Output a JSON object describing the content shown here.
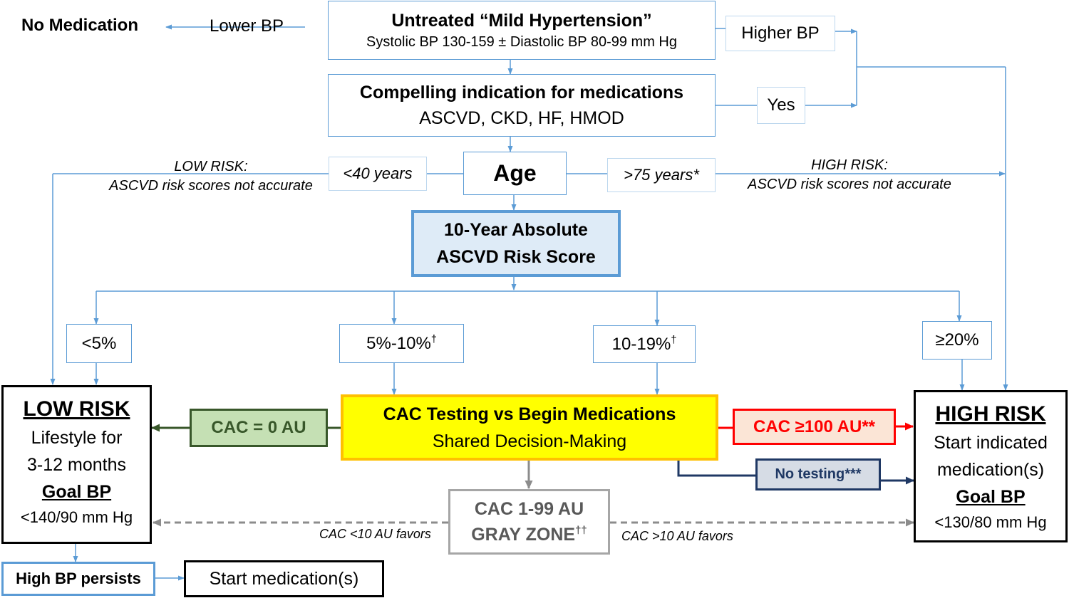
{
  "untreated": {
    "title": "Untreated “Mild Hypertension”",
    "subtitle": "Systolic BP 130-159 ± Diastolic BP 80-99 mm Hg"
  },
  "no_medication": "No Medication",
  "lower_bp": "Lower BP",
  "higher_bp": "Higher BP",
  "compelling": {
    "title": "Compelling indication for medications",
    "subtitle": "ASCVD, CKD, HF, HMOD"
  },
  "yes": "Yes",
  "age": "Age",
  "under40": "<40 years",
  "over75": ">75 years*",
  "low_risk_note": {
    "line1": "LOW RISK:",
    "line2": "ASCVD risk scores not accurate"
  },
  "high_risk_note": {
    "line1": "HIGH RISK:",
    "line2": "ASCVD risk scores not accurate"
  },
  "ascvd": {
    "line1": "10-Year Absolute",
    "line2": "ASCVD Risk Score"
  },
  "risk_bins": {
    "lt5": "<5%",
    "b5_10": "5%-10%",
    "b10_19": "10-19%",
    "dagger": "†",
    "ge20": "≥20%"
  },
  "low_risk": {
    "title": "LOW RISK",
    "line1": "Lifestyle for",
    "line2": "3-12 months",
    "goal": "Goal BP",
    "target": "<140/90 mm Hg"
  },
  "high_risk": {
    "title": "HIGH RISK",
    "line1": "Start indicated",
    "line2": "medication(s)",
    "goal": "Goal BP",
    "target": "<130/80 mm Hg"
  },
  "cac_testing": {
    "title": "CAC Testing vs Begin Medications",
    "subtitle": "Shared Decision-Making"
  },
  "cac_zero": "CAC = 0 AU",
  "cac_100": "CAC ≥100 AU**",
  "no_testing": "No testing***",
  "gray": {
    "line1": "CAC 1-99 AU",
    "line2": "GRAY ZONE",
    "mark": "††"
  },
  "favors_low": "CAC <10 AU favors",
  "favors_high": "CAC >10 AU favors",
  "high_bp_persists": "High BP persists",
  "start_medication": "Start medication(s)",
  "colors": {
    "blue_line": "#5b9bd5",
    "green": "#38572a",
    "green_fill": "#c5e0b4",
    "red": "#ff0000",
    "red_fill": "#fbe5d6",
    "yellow": "#ffff00",
    "gold": "#ffc000",
    "navy": "#1f3864",
    "navy_fill": "#d6dce5",
    "gray": "#808080",
    "light_blue_fill": "#deebf7"
  }
}
